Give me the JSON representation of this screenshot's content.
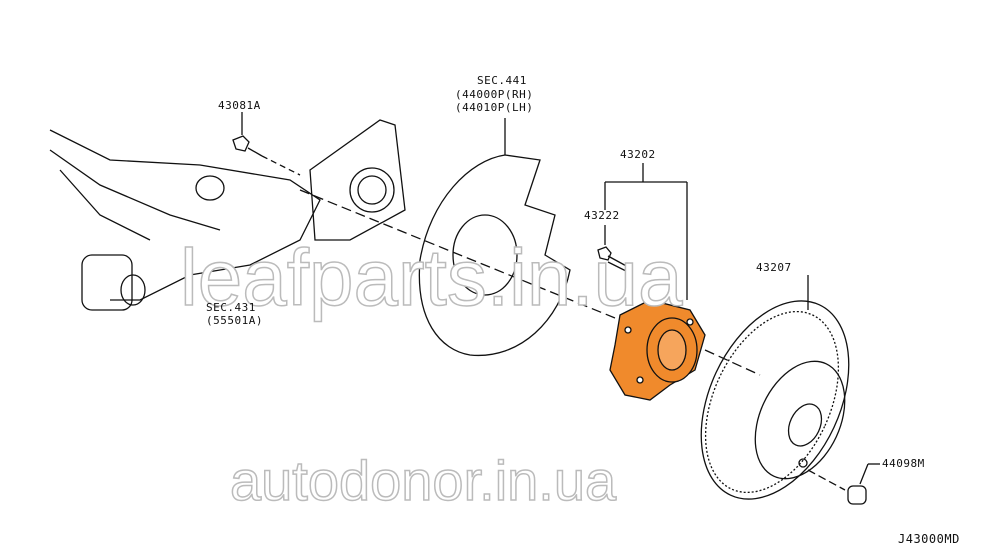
{
  "labels": {
    "sec441": "SEC.441",
    "p44000p": "(44000P(RH)",
    "p44010p": "(44010P(LH)",
    "p43081a": "43081A",
    "p43202": "43202",
    "p43222": "43222",
    "p43207": "43207",
    "sec431": "SEC.431",
    "p55501a": "(55501A)",
    "p44098m": "44098M",
    "diagram_id": "J43000MD"
  },
  "watermarks": {
    "top": "leafparts.in.ua",
    "bottom": "autodonor.in.ua"
  },
  "colors": {
    "highlight": "#f08a2c",
    "line": "#111111"
  }
}
